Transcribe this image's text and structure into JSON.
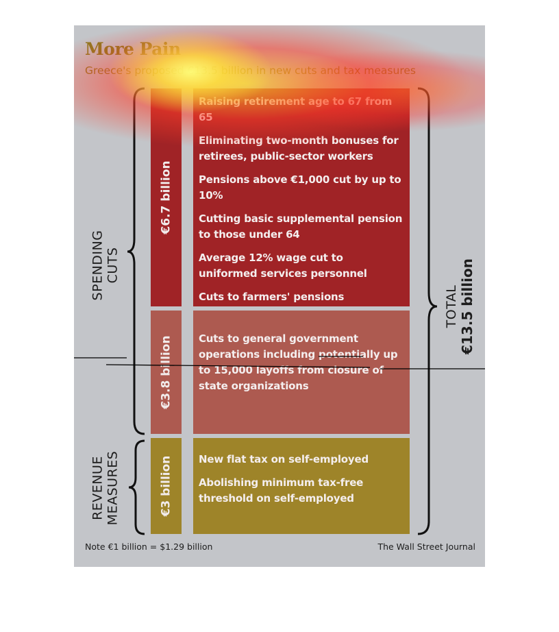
{
  "title": "More Pain",
  "subtitle": "Greece's proposed €13.5 billion in new cuts and tax measures",
  "groups": {
    "spending": "SPENDING CUTS",
    "revenue": "REVENUE MEASURES"
  },
  "total": {
    "label": "TOTAL",
    "value": "€13.5 billion"
  },
  "bands": [
    {
      "amount": "€6.7 billion",
      "color": "#a02326",
      "items": [
        "Raising retirement age to 67 from 65",
        "Eliminating two-month bonuses for retirees, public-sector workers",
        "Pensions above €1,000 cut by up to 10%",
        "Cutting basic supplemental pension to those under 64",
        "Average 12% wage cut to uniformed services personnel",
        "Cuts to farmers' pensions"
      ]
    },
    {
      "amount": "€3.8 billion",
      "color": "#ad5a50",
      "items": [
        "Cuts to general government operations including potentially up to 15,000 layoffs from closure of state organizations"
      ]
    },
    {
      "amount": "€3 billion",
      "color": "#9e8429",
      "items": [
        "New flat tax on self-employed",
        "Abolishing minimum tax-free threshold on self-employed"
      ]
    }
  ],
  "note": "Note €1 billion = $1.29 billion",
  "source": "The Wall Street Journal",
  "colors": {
    "background": "#c3c5c9",
    "title": "#8a7a1e",
    "spending_dark": "#a02326",
    "spending_light": "#ad5a50",
    "revenue": "#9e8429"
  }
}
